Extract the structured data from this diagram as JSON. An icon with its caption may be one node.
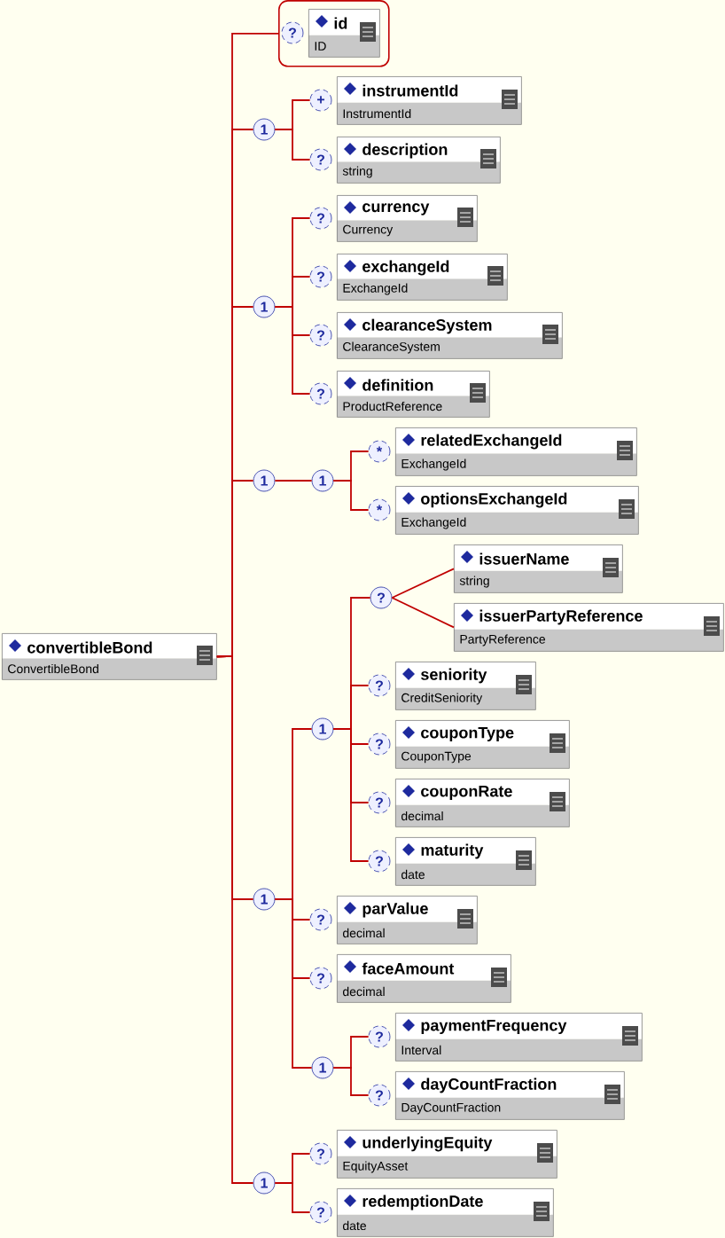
{
  "diagram": {
    "nodes": [
      {
        "text": [
          "convertibleBond",
          "ConvertibleBond"
        ]
      },
      {
        "text": [],
        "shape": "box"
      },
      {
        "text": [
          "id",
          "ID"
        ],
        "in": 1,
        "beside": [
          "?"
        ]
      },
      {
        "text": [
          "1"
        ]
      },
      {
        "text": [
          "instrumentId",
          "InstrumentId"
        ],
        "beside": [
          "+"
        ]
      },
      {
        "text": [
          "description",
          "string"
        ],
        "beside": [
          "?"
        ]
      },
      {
        "text": [
          "1"
        ]
      },
      {
        "text": [
          "currency",
          "Currency"
        ],
        "beside": [
          "?"
        ]
      },
      {
        "text": [
          "exchangeId",
          "ExchangeId"
        ],
        "beside": [
          "?"
        ]
      },
      {
        "text": [
          "clearanceSystem",
          "ClearanceSystem"
        ],
        "beside": [
          "?"
        ]
      },
      {
        "text": [
          "definition",
          "ProductReference"
        ],
        "beside": [
          "?"
        ]
      },
      {
        "text": [
          "1"
        ]
      },
      {
        "text": [
          "1"
        ]
      },
      {
        "text": [
          "relatedExchangeId",
          "ExchangeId"
        ],
        "beside": [
          "*"
        ]
      },
      {
        "text": [
          "optionsExchangeId",
          "ExchangeId"
        ],
        "beside": [
          "*"
        ]
      },
      {
        "text": [
          "1"
        ]
      },
      {
        "text": [
          "1"
        ]
      },
      {
        "text": [
          "?"
        ]
      },
      {
        "text": [
          "issuerName",
          "string"
        ]
      },
      {
        "text": [
          "issuerPartyReference",
          "PartyReference"
        ]
      },
      {
        "text": [
          "seniority",
          "CreditSeniority"
        ],
        "beside": [
          "?"
        ]
      },
      {
        "text": [
          "couponType",
          "CouponType"
        ],
        "beside": [
          "?"
        ]
      },
      {
        "text": [
          "couponRate",
          "decimal"
        ],
        "beside": [
          "?"
        ]
      },
      {
        "text": [
          "maturity",
          "date"
        ],
        "beside": [
          "?"
        ]
      },
      {
        "text": [
          "parValue",
          "decimal"
        ],
        "beside": [
          "?"
        ]
      },
      {
        "text": [
          "faceAmount",
          "decimal"
        ],
        "beside": [
          "?"
        ]
      },
      {
        "text": [
          "1"
        ]
      },
      {
        "text": [
          "paymentFrequency",
          "Interval"
        ],
        "beside": [
          "?"
        ]
      },
      {
        "text": [
          "dayCountFraction",
          "DayCountFraction"
        ],
        "beside": [
          "?"
        ]
      },
      {
        "text": [
          "1"
        ]
      },
      {
        "text": [
          "underlyingEquity",
          "EquityAsset"
        ],
        "beside": [
          "?"
        ]
      },
      {
        "text": [
          "redemptionDate",
          "date"
        ],
        "beside": [
          "?"
        ]
      }
    ],
    "edges": [
      {
        "from": 0,
        "to": 1,
        "arrow": "none"
      },
      {
        "from": 0,
        "to": 3,
        "arrow": "none"
      },
      {
        "from": 0,
        "to": 6,
        "arrow": "none"
      },
      {
        "from": 0,
        "to": 11,
        "arrow": "none"
      },
      {
        "from": 0,
        "to": 15,
        "arrow": "none"
      },
      {
        "from": 0,
        "to": 29,
        "arrow": "none"
      },
      {
        "from": 3,
        "to": 4,
        "arrow": "none"
      },
      {
        "from": 3,
        "to": 5,
        "arrow": "none"
      },
      {
        "from": 6,
        "to": 7,
        "arrow": "none"
      },
      {
        "from": 6,
        "to": 8,
        "arrow": "none"
      },
      {
        "from": 6,
        "to": 9,
        "arrow": "none"
      },
      {
        "from": 6,
        "to": 10,
        "arrow": "none"
      },
      {
        "from": 11,
        "to": 12,
        "arrow": "none"
      },
      {
        "from": 12,
        "to": 13,
        "arrow": "none"
      },
      {
        "from": 12,
        "to": 14,
        "arrow": "none"
      },
      {
        "from": 15,
        "to": 16,
        "arrow": "none"
      },
      {
        "from": 16,
        "to": 17,
        "arrow": "none"
      },
      {
        "from": 17,
        "to": 18,
        "arrow": "none"
      },
      {
        "from": 17,
        "to": 19,
        "arrow": "none"
      },
      {
        "from": 16,
        "to": 20,
        "arrow": "none"
      },
      {
        "from": 16,
        "to": 21,
        "arrow": "none"
      },
      {
        "from": 16,
        "to": 22,
        "arrow": "none"
      },
      {
        "from": 16,
        "to": 23,
        "arrow": "none"
      },
      {
        "from": 15,
        "to": 24,
        "arrow": "none"
      },
      {
        "from": 15,
        "to": 25,
        "arrow": "none"
      },
      {
        "from": 15,
        "to": 26,
        "arrow": "none"
      },
      {
        "from": 26,
        "to": 27,
        "arrow": "none"
      },
      {
        "from": 26,
        "to": 28,
        "arrow": "none"
      },
      {
        "from": 29,
        "to": 30,
        "arrow": "none"
      },
      {
        "from": 29,
        "to": 31,
        "arrow": "none"
      }
    ]
  }
}
